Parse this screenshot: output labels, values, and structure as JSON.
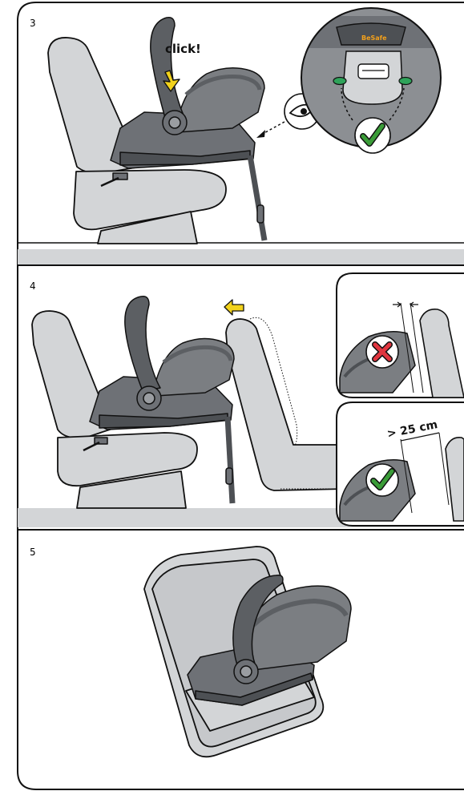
{
  "steps": [
    {
      "number": "3",
      "callout": "click!"
    },
    {
      "number": "4",
      "measurement": "> 25 cm"
    },
    {
      "number": "5"
    }
  ],
  "brand_logo": "BeSafe",
  "colors": {
    "seat_fill": "#d3d5d7",
    "shell_dark": "#5c5f63",
    "shell_mid": "#7b7e82",
    "arrow_yellow": "#f2d21b",
    "check_green": "#3a9c38",
    "cross_red": "#e0353f",
    "indicator_green": "#2fa35a",
    "outline": "#111111"
  },
  "icons": [
    "eye-icon",
    "check-icon",
    "cross-icon",
    "arrow-down-icon",
    "arrow-left-icon"
  ]
}
